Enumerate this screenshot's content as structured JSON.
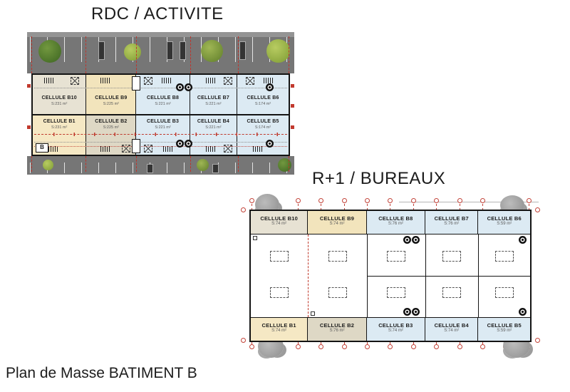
{
  "page": {
    "title_rdc": "RDC / ACTIVITE",
    "title_r1": "R+1 / BUREAUX",
    "caption": "Plan de Masse BATIMENT B",
    "building_letter": "B"
  },
  "colors": {
    "unit_tan": "#f2e4bc",
    "unit_gray_beige": "#e7e2d3",
    "unit_gray_tan": "#ded8c5",
    "unit_light_blue": "#dceaf3",
    "road_gray": "#767676",
    "wall_black": "#141414",
    "grid_red": "#c0392b",
    "tree_green": "#5f7d2a",
    "tree_gray": "#8d8d8d"
  },
  "rdc": {
    "top_row": [
      {
        "label": "CELLULE B10",
        "area": "S:231 m²"
      },
      {
        "label": "CELLULE B9",
        "area": "S:225 m²"
      },
      {
        "label": "CELLULE B8",
        "area": "S:221 m²"
      },
      {
        "label": "CELLULE B7",
        "area": "S:221 m²"
      },
      {
        "label": "CELLULE B6",
        "area": "S:174 m²"
      }
    ],
    "bottom_row": [
      {
        "label": "CELLULE B1",
        "area": "S:231 m²"
      },
      {
        "label": "CELLULE B2",
        "area": "S:225 m²"
      },
      {
        "label": "CELLULE B3",
        "area": "S:221 m²"
      },
      {
        "label": "CELLULE B4",
        "area": "S:221 m²"
      },
      {
        "label": "CELLULE B5",
        "area": "S:174 m²"
      }
    ]
  },
  "r1": {
    "top_row": [
      {
        "label": "CELLULE B10",
        "area": "S:74 m²"
      },
      {
        "label": "CELLULE B9",
        "area": "S:74 m²"
      },
      {
        "label": "CELLULE B8",
        "area": "S:76 m²"
      },
      {
        "label": "CELLULE B7",
        "area": "S:76 m²"
      },
      {
        "label": "CELLULE B6",
        "area": "S:59 m²"
      }
    ],
    "bottom_row": [
      {
        "label": "CELLULE B1",
        "area": "S:74 m²"
      },
      {
        "label": "CELLULE B2",
        "area": "S:76 m²"
      },
      {
        "label": "CELLULE B3",
        "area": "S:74 m²"
      },
      {
        "label": "CELLULE B4",
        "area": "S:74 m²"
      },
      {
        "label": "CELLULE B5",
        "area": "S:59 m²"
      }
    ]
  }
}
